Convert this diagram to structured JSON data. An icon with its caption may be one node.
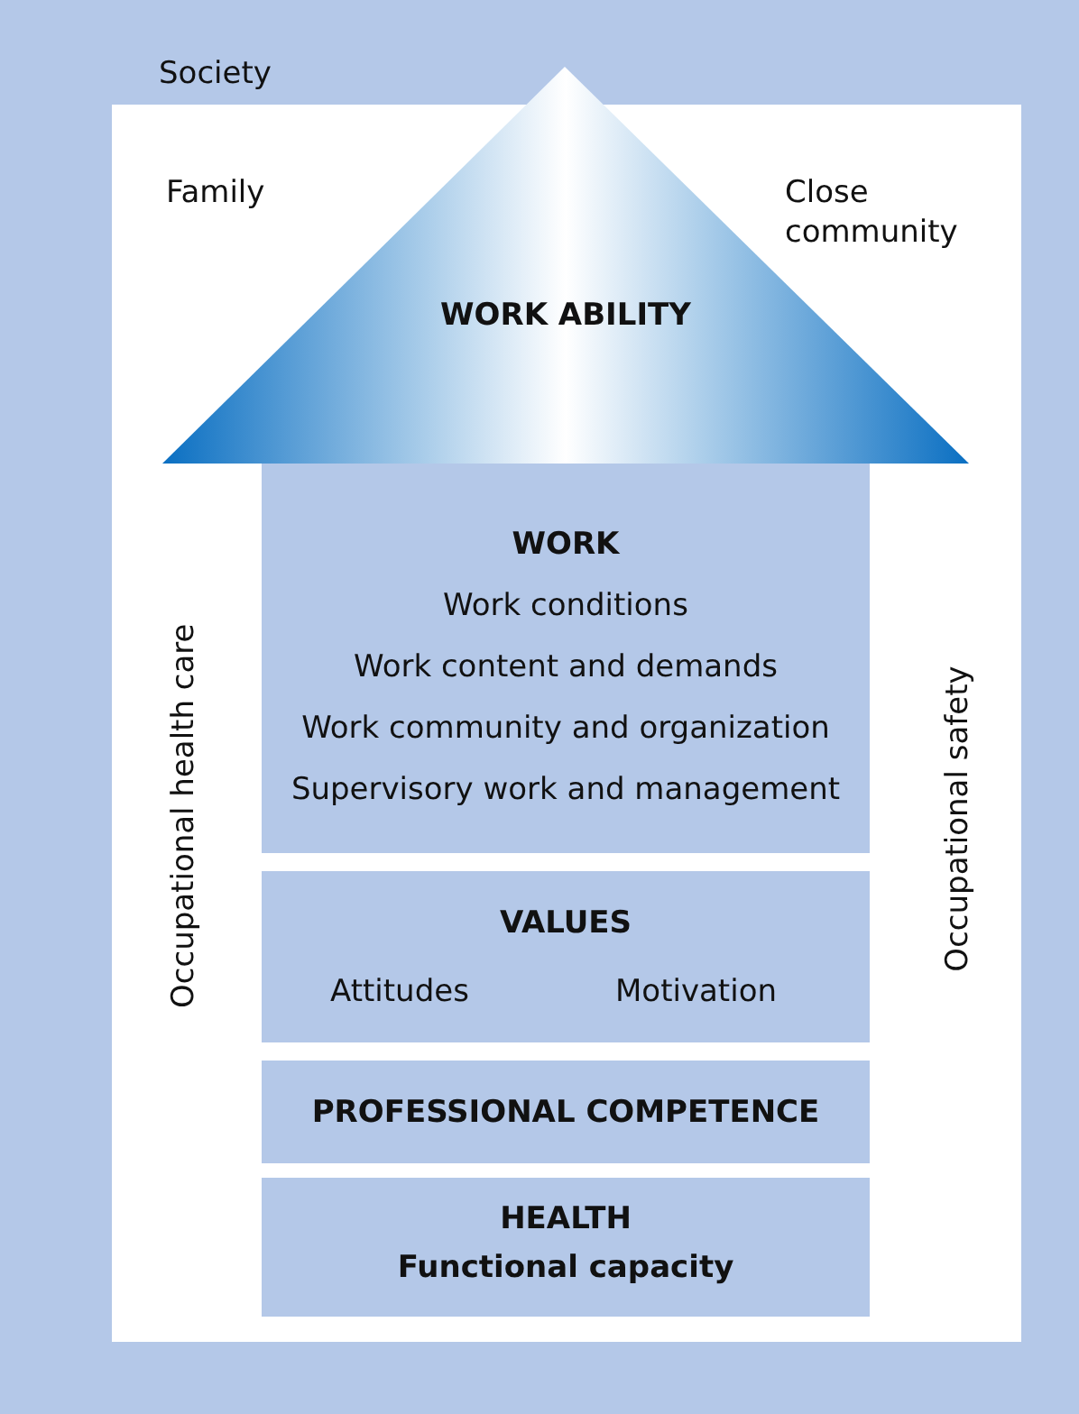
{
  "diagram": {
    "nodes": [
      {
        "text": [
          "Society"
        ]
      },
      {
        "text": [
          "WORK ABILITY"
        ],
        "in": 0
      },
      {
        "text": [
          "WORK",
          "Work conditions",
          "Work content and demands",
          "Work community and organization",
          "Supervisory work and management"
        ],
        "in": 0
      },
      {
        "text": [
          "VALUES",
          "Attitudes",
          "Motivation"
        ],
        "in": 0
      },
      {
        "text": [
          "PROFESSIONAL COMPETENCE"
        ],
        "in": 0
      },
      {
        "text": [
          "HEALTH",
          "Functional capacity"
        ],
        "in": 0
      }
    ],
    "edges": [],
    "labels": [
      "Family",
      "Close community",
      "Occupational health care",
      "Occupational safety"
    ]
  }
}
